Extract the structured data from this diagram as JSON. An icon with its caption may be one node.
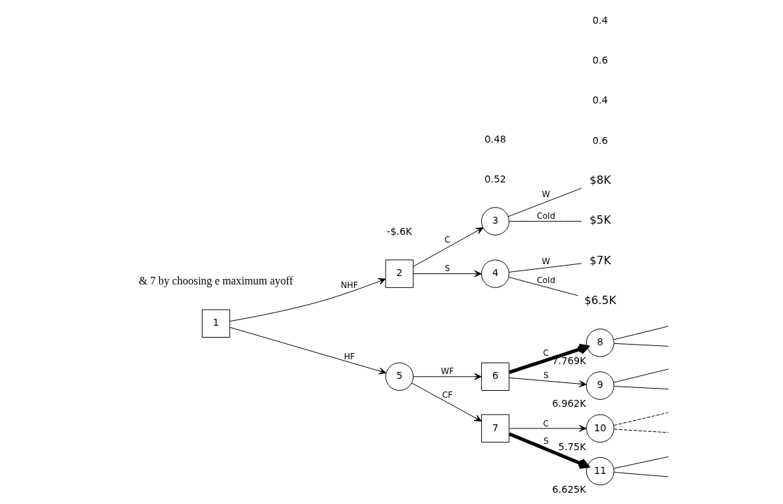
{
  "diagram": {
    "nodes": [
      {
        "text": [
          "1"
        ]
      },
      {
        "text": [
          "2"
        ]
      },
      {
        "text": [
          "3"
        ]
      },
      {
        "text": [
          "4"
        ]
      },
      {
        "text": [
          "5"
        ]
      },
      {
        "text": [
          "6"
        ]
      },
      {
        "text": [
          "7"
        ]
      },
      {
        "text": [
          "8"
        ],
        "beside": [
          "7.769K"
        ]
      },
      {
        "text": [
          "9"
        ],
        "beside": [
          "6.962K"
        ]
      },
      {
        "text": [
          "10"
        ],
        "beside": [
          "5.75K"
        ]
      },
      {
        "text": [
          "11"
        ],
        "beside": [
          "6.625K"
        ]
      },
      {
        "text": [
          "$8K"
        ]
      },
      {
        "text": [
          "$5K"
        ]
      },
      {
        "text": [
          "$7K"
        ]
      },
      {
        "text": [
          "$6.5K"
        ]
      }
    ],
    "edges": [
      {
        "from": 0,
        "to": 1,
        "arrow": "to",
        "label": "NHF"
      },
      {
        "from": 0,
        "to": 4,
        "arrow": "to",
        "label": "HF"
      },
      {
        "from": 1,
        "to": 2,
        "arrow": "to",
        "label": "C"
      },
      {
        "from": 1,
        "to": 3,
        "arrow": "to",
        "label": "S"
      },
      {
        "from": 2,
        "to": 11,
        "arrow": "none",
        "label": "W"
      },
      {
        "from": 2,
        "to": 12,
        "arrow": "none",
        "label": "Cold"
      },
      {
        "from": 3,
        "to": 13,
        "arrow": "none",
        "label": "W"
      },
      {
        "from": 3,
        "to": 14,
        "arrow": "none",
        "label": "Cold"
      },
      {
        "from": 4,
        "to": 5,
        "arrow": "to",
        "label": "WF"
      },
      {
        "from": 4,
        "to": 6,
        "arrow": "to",
        "label": "CF"
      },
      {
        "from": 5,
        "to": 7,
        "arrow": "to",
        "label": "C",
        "style": "thick"
      },
      {
        "from": 5,
        "to": 8,
        "arrow": "to",
        "label": "S"
      },
      {
        "from": 6,
        "to": 9,
        "arrow": "to",
        "label": "C"
      },
      {
        "from": 6,
        "to": 10,
        "arrow": "to",
        "label": "S",
        "style": "thick"
      },
      {
        "from": 7,
        "to": null,
        "arrow": "none"
      },
      {
        "from": 7,
        "to": null,
        "arrow": "none"
      },
      {
        "from": 8,
        "to": null,
        "arrow": "none"
      },
      {
        "from": 8,
        "to": null,
        "arrow": "none"
      },
      {
        "from": 9,
        "to": null,
        "arrow": "none",
        "style": "dashed"
      },
      {
        "from": 9,
        "to": null,
        "arrow": "none",
        "style": "dashed"
      },
      {
        "from": 10,
        "to": null,
        "arrow": "none"
      },
      {
        "from": 10,
        "to": null,
        "arrow": "none"
      }
    ],
    "labels": [
      "& 7 by choosing e maximum ayoff",
      "0.6",
      "0.4",
      "0.6",
      "0.4",
      "-$.6K",
      "0.52",
      "0.48"
    ]
  }
}
